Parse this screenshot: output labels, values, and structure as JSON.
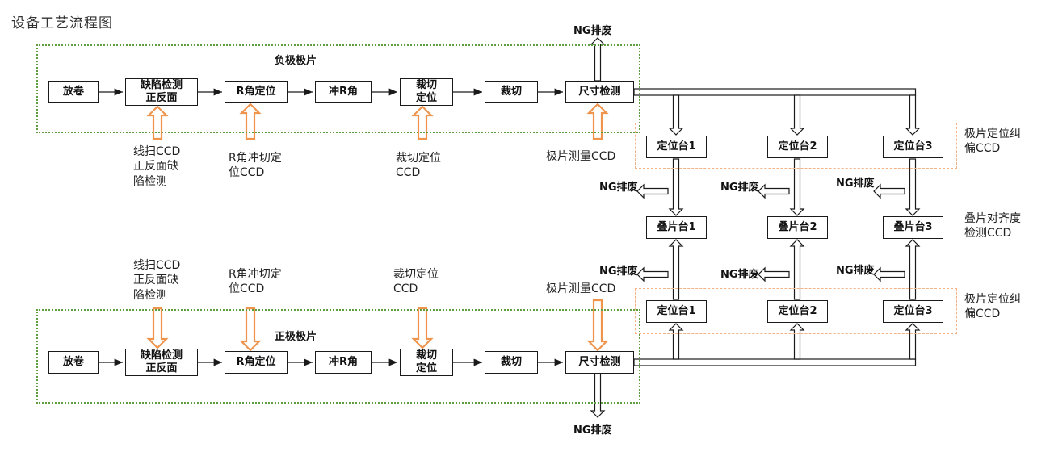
{
  "title": "设备工艺流程图",
  "ng_label": "NG排废",
  "negative_section": {
    "label": "负极极片",
    "nodes": [
      "放卷",
      "缺陷检测\n正反面",
      "R角定位",
      "冲R角",
      "裁切\n定位",
      "裁切",
      "尺寸检测"
    ],
    "ccd_labels": [
      "线扫CCD\n正反面缺\n陷检测",
      "R角冲切定\n位CCD",
      "裁切定位\nCCD",
      "极片测量CCD"
    ]
  },
  "positive_section": {
    "label": "正极极片",
    "nodes": [
      "放卷",
      "缺陷检测\n正反面",
      "R角定位",
      "冲R角",
      "裁切\n定位",
      "裁切",
      "尺寸检测"
    ],
    "ccd_labels": [
      "线扫CCD\n正反面缺\n陷检测",
      "R角冲切定\n位CCD",
      "裁切定位\nCCD",
      "极片测量CCD"
    ]
  },
  "stacking_section": {
    "positioning_row_top": [
      "定位台1",
      "定位台2",
      "定位台3"
    ],
    "stacking_row": [
      "叠片台1",
      "叠片台2",
      "叠片台3"
    ],
    "positioning_row_bottom": [
      "定位台1",
      "定位台2",
      "定位台3"
    ],
    "top_row_label": "极片定位纠\n偏CCD",
    "stacking_row_label": "叠片对齐度\n检测CCD",
    "bottom_row_label": "极片定位纠\n偏CCD"
  },
  "colors": {
    "section_green": "#5f9e3e",
    "ccd_orange_border": "#f4b183",
    "arrow_orange": "#ef944d",
    "line_black": "#1a1a1a"
  }
}
